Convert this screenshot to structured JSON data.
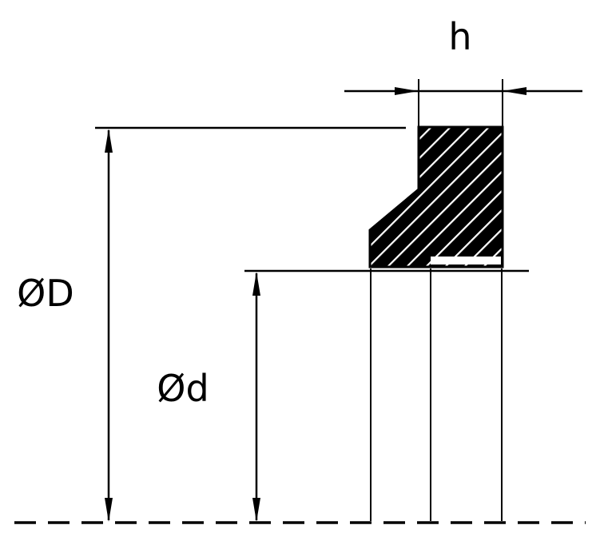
{
  "labels": {
    "outer_diameter": "ØD",
    "inner_diameter": "Ød",
    "height": "h"
  },
  "colors": {
    "line": "#000000",
    "background": "#ffffff",
    "section_fill": "#000000",
    "hatch_stroke": "#ffffff"
  }
}
